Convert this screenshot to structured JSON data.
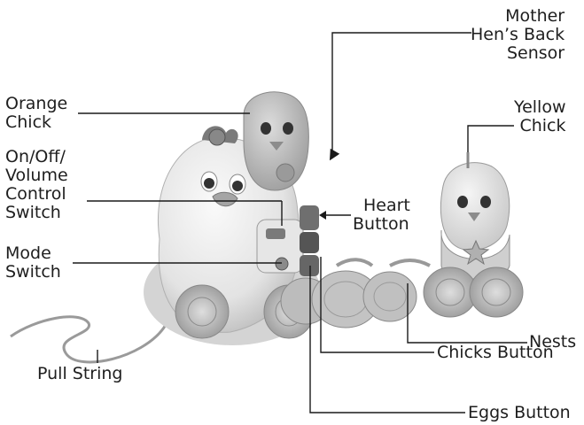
{
  "labels": {
    "mother_hen_back_sensor": [
      "Mother",
      "Hen’s Back",
      "Sensor"
    ],
    "orange_chick": [
      "Orange",
      "Chick"
    ],
    "on_off_volume_switch": [
      "On/Off/",
      "Volume",
      "Control",
      "Switch"
    ],
    "mode_switch": [
      "Mode",
      "Switch"
    ],
    "heart_button": [
      "Heart",
      "Button"
    ],
    "yellow_chick": [
      "Yellow",
      "Chick"
    ],
    "nests": "Nests",
    "chicks_button": "Chicks Button",
    "eggs_button": "Eggs Button",
    "pull_string": "Pull String"
  },
  "colors": {
    "toy_body": "#e9e9e9",
    "toy_shadow": "#bdbdbd",
    "chick_gray": "#c7c7c7",
    "panel_dark": "#6f6f6f",
    "line": "#1a1a1a"
  }
}
